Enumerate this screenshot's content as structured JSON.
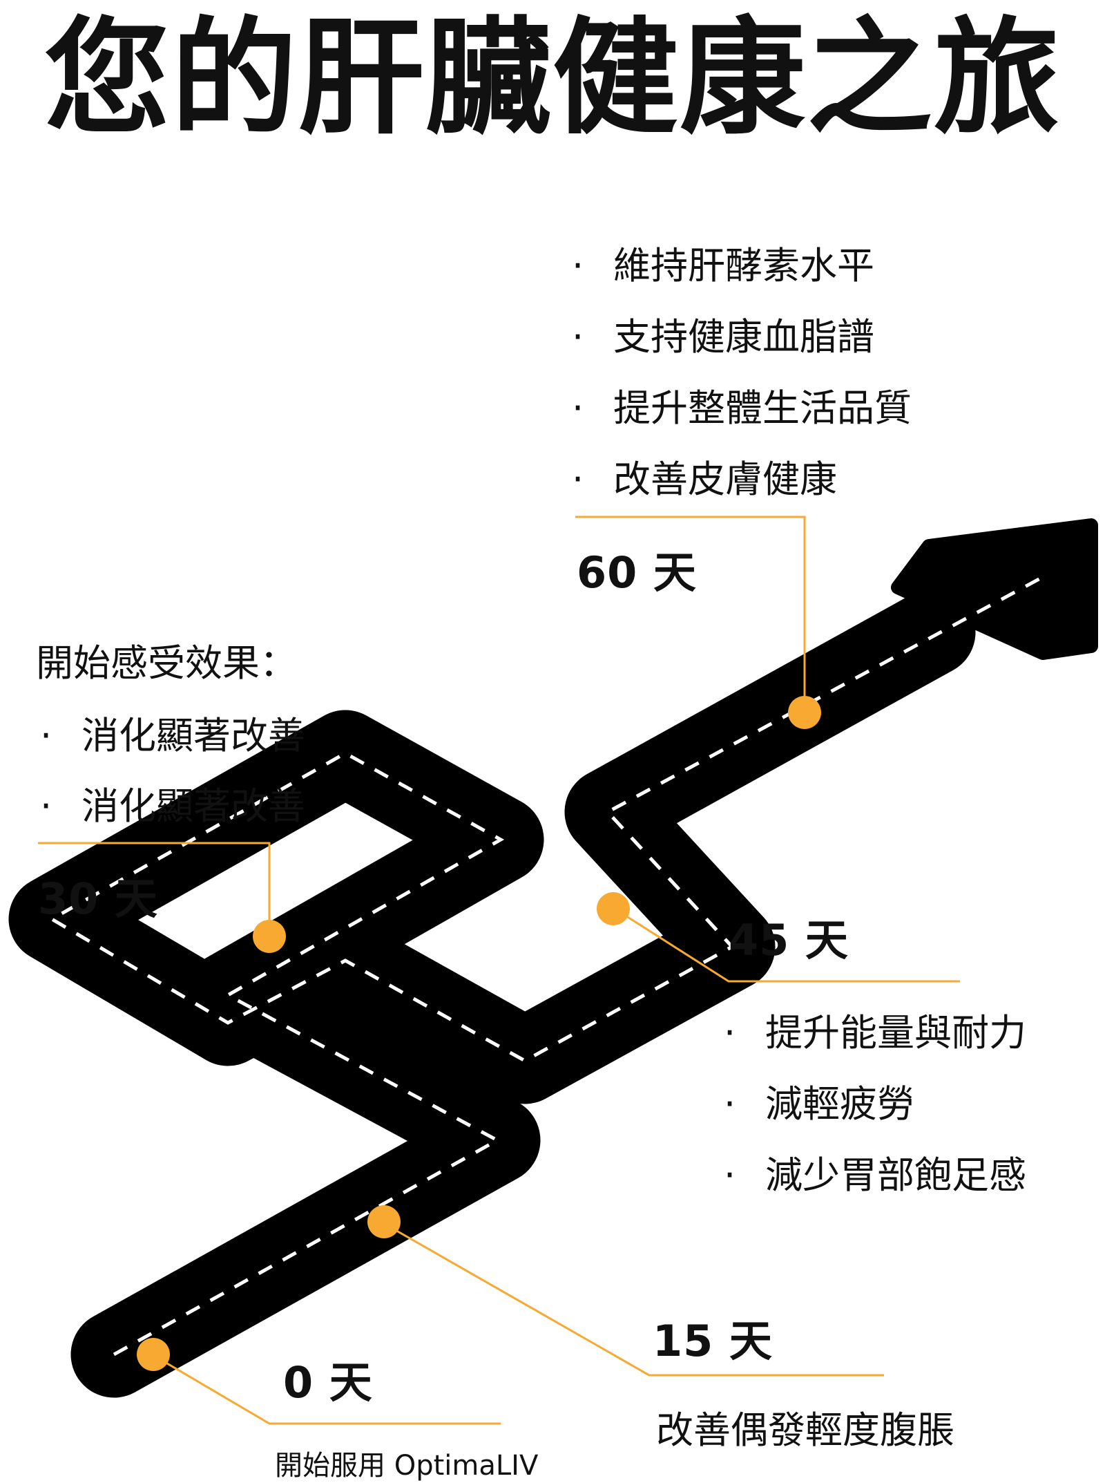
{
  "title": "您的肝臟健康之旅",
  "colors": {
    "road": "#000000",
    "dash": "#ffffff",
    "accent": "#f7a931"
  },
  "milestones": {
    "day0": {
      "label": "0 天",
      "caption": "開始服用 OptimaLIV"
    },
    "day15": {
      "label": "15 天",
      "caption": "改善偶發輕度腹脹"
    },
    "day30": {
      "label": "30 天",
      "intro": "開始感受效果：",
      "items": [
        "消化顯著改善",
        "消化顯著改善"
      ]
    },
    "day45": {
      "label": "45 天",
      "items": [
        "提升能量與耐力",
        "減輕疲勞",
        "減少胃部飽足感"
      ]
    },
    "day60": {
      "label": "60 天",
      "items": [
        "維持肝酵素水平",
        "支持健康血脂譜",
        "提升整體生活品質",
        "改善皮膚健康"
      ]
    }
  },
  "bullet_char": "·"
}
